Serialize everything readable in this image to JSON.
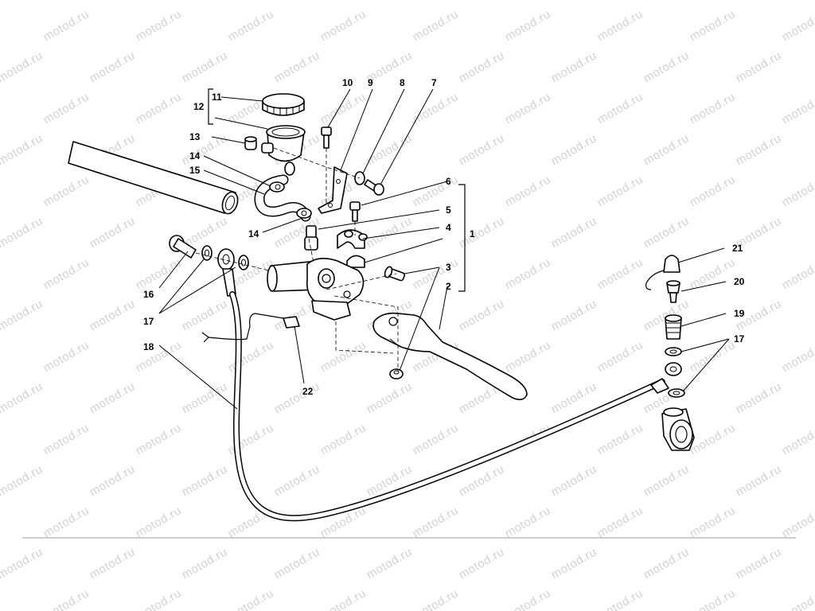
{
  "watermark": {
    "text": "motod.ru"
  },
  "callouts": {
    "c1": "1",
    "c2": "2",
    "c3": "3",
    "c4": "4",
    "c5": "5",
    "c6": "6",
    "c7": "7",
    "c8": "8",
    "c9": "9",
    "c10": "10",
    "c11": "11",
    "c12": "12",
    "c13": "13",
    "c14a": "14",
    "c14b": "14",
    "c15": "15",
    "c16": "16",
    "c17a": "17",
    "c17b": "17",
    "c18": "18",
    "c19": "19",
    "c20": "20",
    "c21": "21",
    "c22": "22"
  },
  "colors": {
    "line": "#000000",
    "watermark": "#d2d2d2",
    "background": "#ffffff"
  }
}
